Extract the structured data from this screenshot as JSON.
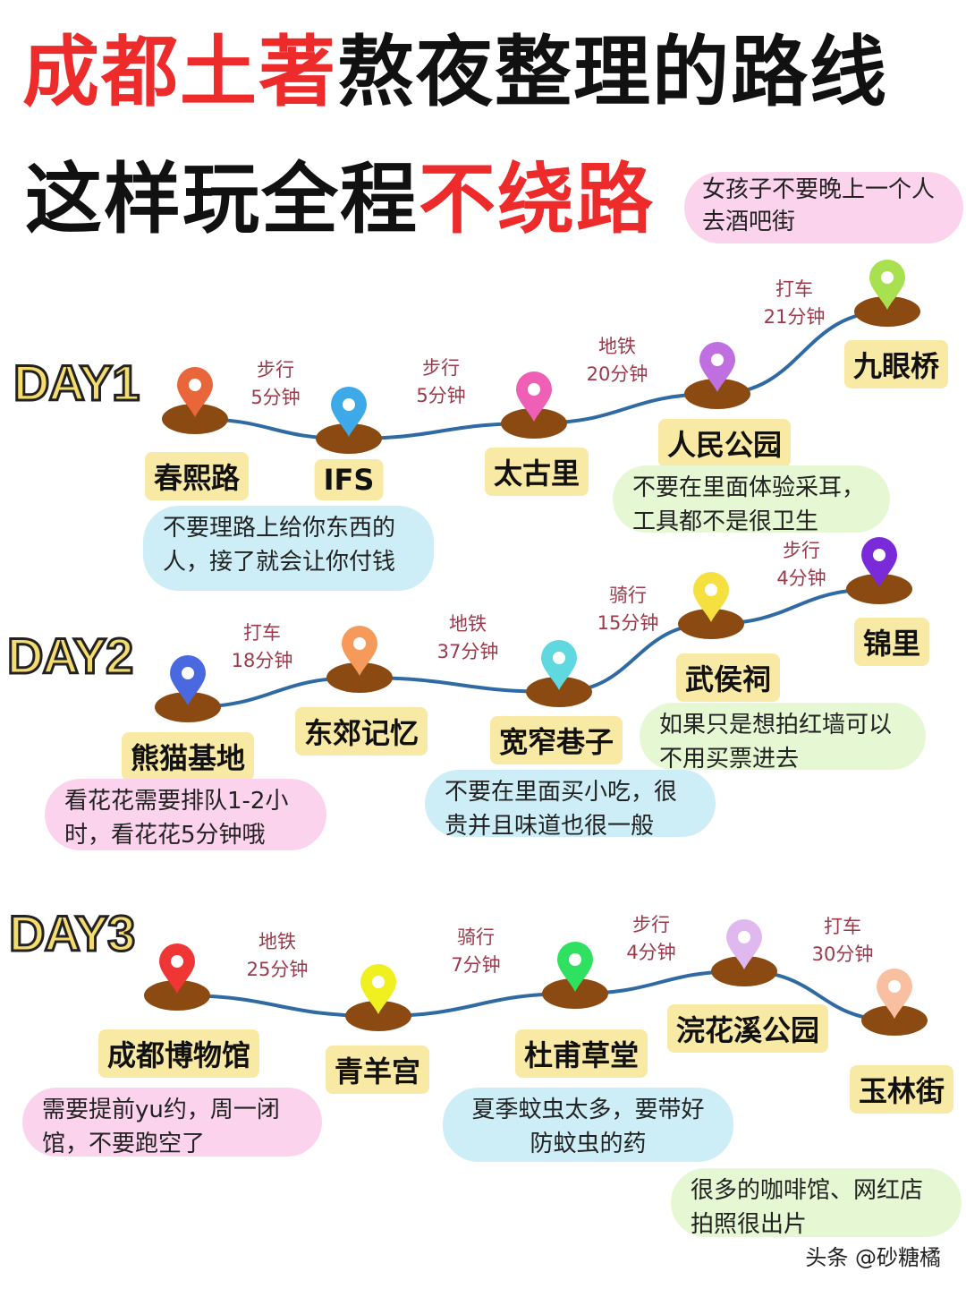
{
  "title": {
    "line1_red": "成都土著",
    "line1_black": "熬夜整理的路线",
    "line2_black": "这样玩全程",
    "line2_red": "不绕路"
  },
  "top_note": "女孩子不要晚上一个人去酒吧街",
  "colors": {
    "title_red": "#ee2b2b",
    "route_line": "#2f6aa3",
    "pin_base": "#8b4a12",
    "label_bg": "#f8e9a4",
    "transport_text": "#9a3a4a"
  },
  "days": [
    {
      "label": "DAY1",
      "stops": [
        {
          "name": "春熙路",
          "pin_color": "#e8663a"
        },
        {
          "name": "IFS",
          "pin_color": "#3da9e8"
        },
        {
          "name": "太古里",
          "pin_color": "#ee5fb5"
        },
        {
          "name": "人民公园",
          "pin_color": "#c06fe0"
        },
        {
          "name": "九眼桥",
          "pin_color": "#a8e050"
        }
      ],
      "legs": [
        {
          "mode": "步行",
          "time": "5分钟"
        },
        {
          "mode": "步行",
          "time": "5分钟"
        },
        {
          "mode": "地铁",
          "time": "20分钟"
        },
        {
          "mode": "打车",
          "time": "21分钟"
        }
      ],
      "notes": [
        {
          "text": "不要理路上给你东西的人，接了就会让你付钱",
          "color": "blue"
        },
        {
          "text": "不要在里面体验采耳，工具都不是很卫生",
          "color": "green"
        }
      ]
    },
    {
      "label": "DAY2",
      "stops": [
        {
          "name": "熊猫基地",
          "pin_color": "#4a68e0"
        },
        {
          "name": "东郊记忆",
          "pin_color": "#f59a5a"
        },
        {
          "name": "宽窄巷子",
          "pin_color": "#5fd8e0"
        },
        {
          "name": "武侯祠",
          "pin_color": "#f5e040"
        },
        {
          "name": "锦里",
          "pin_color": "#7a2ad8"
        }
      ],
      "legs": [
        {
          "mode": "打车",
          "time": "18分钟"
        },
        {
          "mode": "地铁",
          "time": "37分钟"
        },
        {
          "mode": "骑行",
          "time": "15分钟"
        },
        {
          "mode": "步行",
          "time": "4分钟"
        }
      ],
      "notes": [
        {
          "text": "看花花需要排队1-2小时，看花花5分钟哦",
          "color": "pink"
        },
        {
          "text": "如果只是想拍红墙可以不用买票进去",
          "color": "green"
        },
        {
          "text": "不要在里面买小吃，很贵并且味道也很一般",
          "color": "blue"
        }
      ]
    },
    {
      "label": "DAY3",
      "stops": [
        {
          "name": "成都博物馆",
          "pin_color": "#f03535"
        },
        {
          "name": "青羊宫",
          "pin_color": "#f0f020"
        },
        {
          "name": "杜甫草堂",
          "pin_color": "#30e060"
        },
        {
          "name": "浣花溪公园",
          "pin_color": "#e0b8f0"
        },
        {
          "name": "玉林街",
          "pin_color": "#f8c0a0"
        }
      ],
      "legs": [
        {
          "mode": "地铁",
          "time": "25分钟"
        },
        {
          "mode": "骑行",
          "time": "7分钟"
        },
        {
          "mode": "步行",
          "time": "4分钟"
        },
        {
          "mode": "打车",
          "time": "30分钟"
        }
      ],
      "notes": [
        {
          "text": "需要提前yu约，周一闭馆，不要跑空了",
          "color": "pink"
        },
        {
          "text": "夏季蚊虫太多，要带好防蚊虫的药",
          "color": "blue"
        },
        {
          "text": "很多的咖啡馆、网红店拍照很出片",
          "color": "green"
        }
      ]
    }
  ],
  "watermark": "头条 @砂糖橘"
}
